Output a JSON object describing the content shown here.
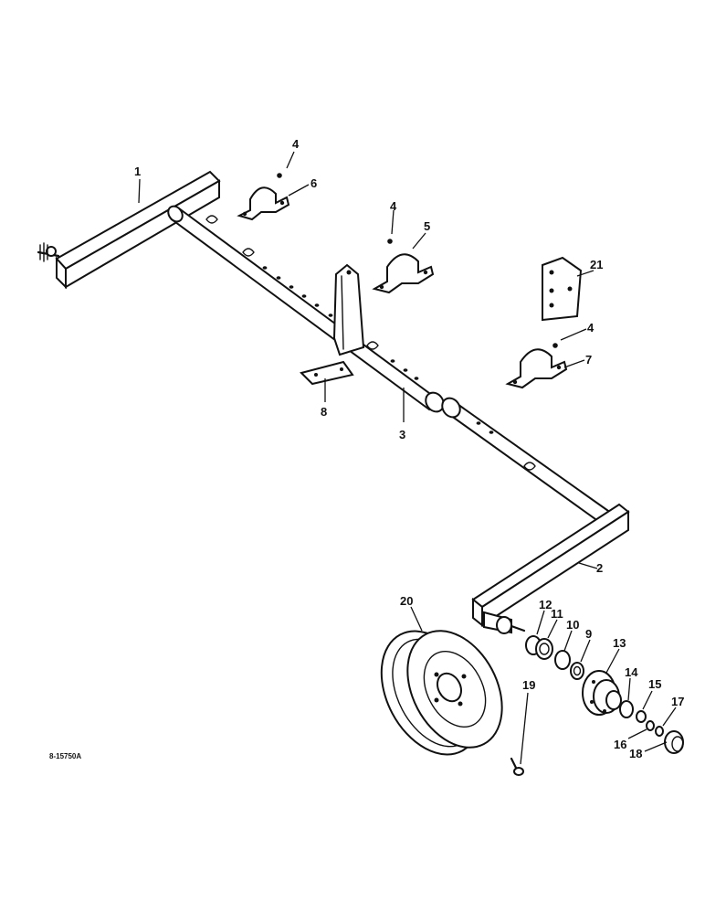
{
  "diagram_code": "8-15750A",
  "callouts": [
    {
      "id": "c1",
      "label": "1"
    },
    {
      "id": "c2",
      "label": "2"
    },
    {
      "id": "c3",
      "label": "3"
    },
    {
      "id": "c4a",
      "label": "4"
    },
    {
      "id": "c4b",
      "label": "4"
    },
    {
      "id": "c4c",
      "label": "4"
    },
    {
      "id": "c5",
      "label": "5"
    },
    {
      "id": "c6",
      "label": "6"
    },
    {
      "id": "c7",
      "label": "7"
    },
    {
      "id": "c8",
      "label": "8"
    },
    {
      "id": "c9",
      "label": "9"
    },
    {
      "id": "c10",
      "label": "10"
    },
    {
      "id": "c11",
      "label": "11"
    },
    {
      "id": "c12",
      "label": "12"
    },
    {
      "id": "c13",
      "label": "13"
    },
    {
      "id": "c14",
      "label": "14"
    },
    {
      "id": "c15",
      "label": "15"
    },
    {
      "id": "c16",
      "label": "16"
    },
    {
      "id": "c17",
      "label": "17"
    },
    {
      "id": "c18",
      "label": "18"
    },
    {
      "id": "c19",
      "label": "19"
    },
    {
      "id": "c20",
      "label": "20"
    },
    {
      "id": "c21",
      "label": "21"
    }
  ]
}
